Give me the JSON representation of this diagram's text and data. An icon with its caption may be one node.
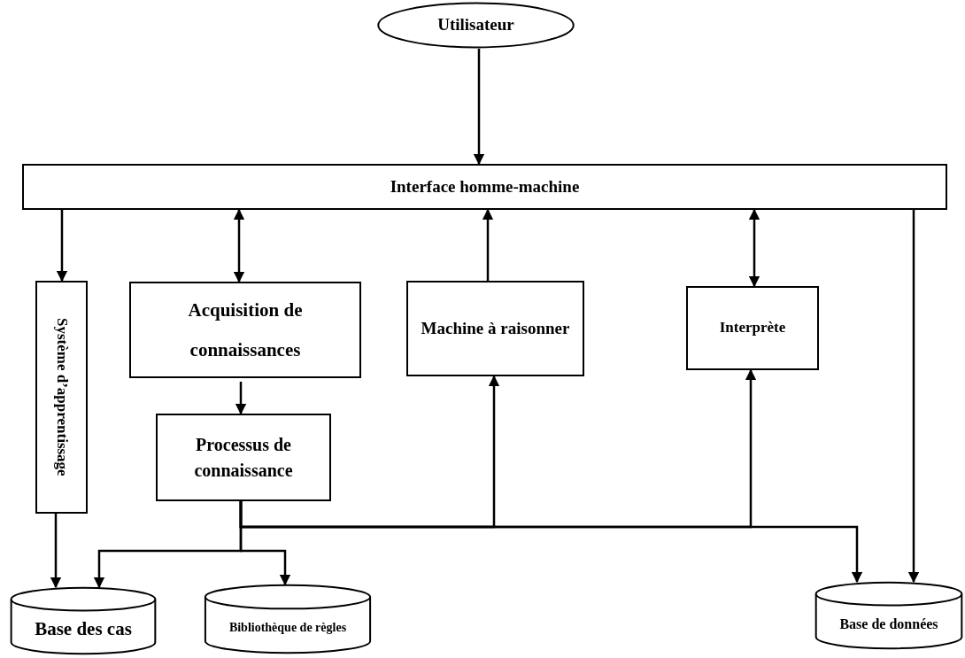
{
  "diagram": {
    "nodes": [
      {
        "text": [
          "Utilisateur"
        ]
      },
      {
        "text": [
          "Interface homme-machine"
        ]
      },
      {
        "text": [
          "Système d’apprentissage"
        ]
      },
      {
        "text": [
          "Acquisition de connaissances"
        ]
      },
      {
        "text": [
          "Machine à raisonner"
        ]
      },
      {
        "text": [
          "Interprète"
        ]
      },
      {
        "text": [
          "Processus de connaissance"
        ]
      },
      {
        "text": [
          "Base des cas"
        ]
      },
      {
        "text": [
          "Bibliothèque de règles"
        ]
      },
      {
        "text": [
          "Base de données"
        ]
      }
    ],
    "edges": [
      {
        "from": 0,
        "to": 1,
        "arrow": "to"
      },
      {
        "from": 1,
        "to": 2,
        "arrow": "to"
      },
      {
        "from": 1,
        "to": 3,
        "arrow": "both"
      },
      {
        "from": 4,
        "to": 1,
        "arrow": "to"
      },
      {
        "from": 1,
        "to": 5,
        "arrow": "both"
      },
      {
        "from": 1,
        "to": 9,
        "arrow": "to"
      },
      {
        "from": 3,
        "to": 6,
        "arrow": "to"
      },
      {
        "from": 2,
        "to": 7,
        "arrow": "to"
      },
      {
        "from": 6,
        "to": 7,
        "arrow": "to"
      },
      {
        "from": 6,
        "to": 8,
        "arrow": "to"
      },
      {
        "from": 6,
        "to": 4,
        "arrow": "to"
      },
      {
        "from": 6,
        "to": 5,
        "arrow": "to"
      },
      {
        "from": 6,
        "to": 9,
        "arrow": "to"
      }
    ]
  }
}
